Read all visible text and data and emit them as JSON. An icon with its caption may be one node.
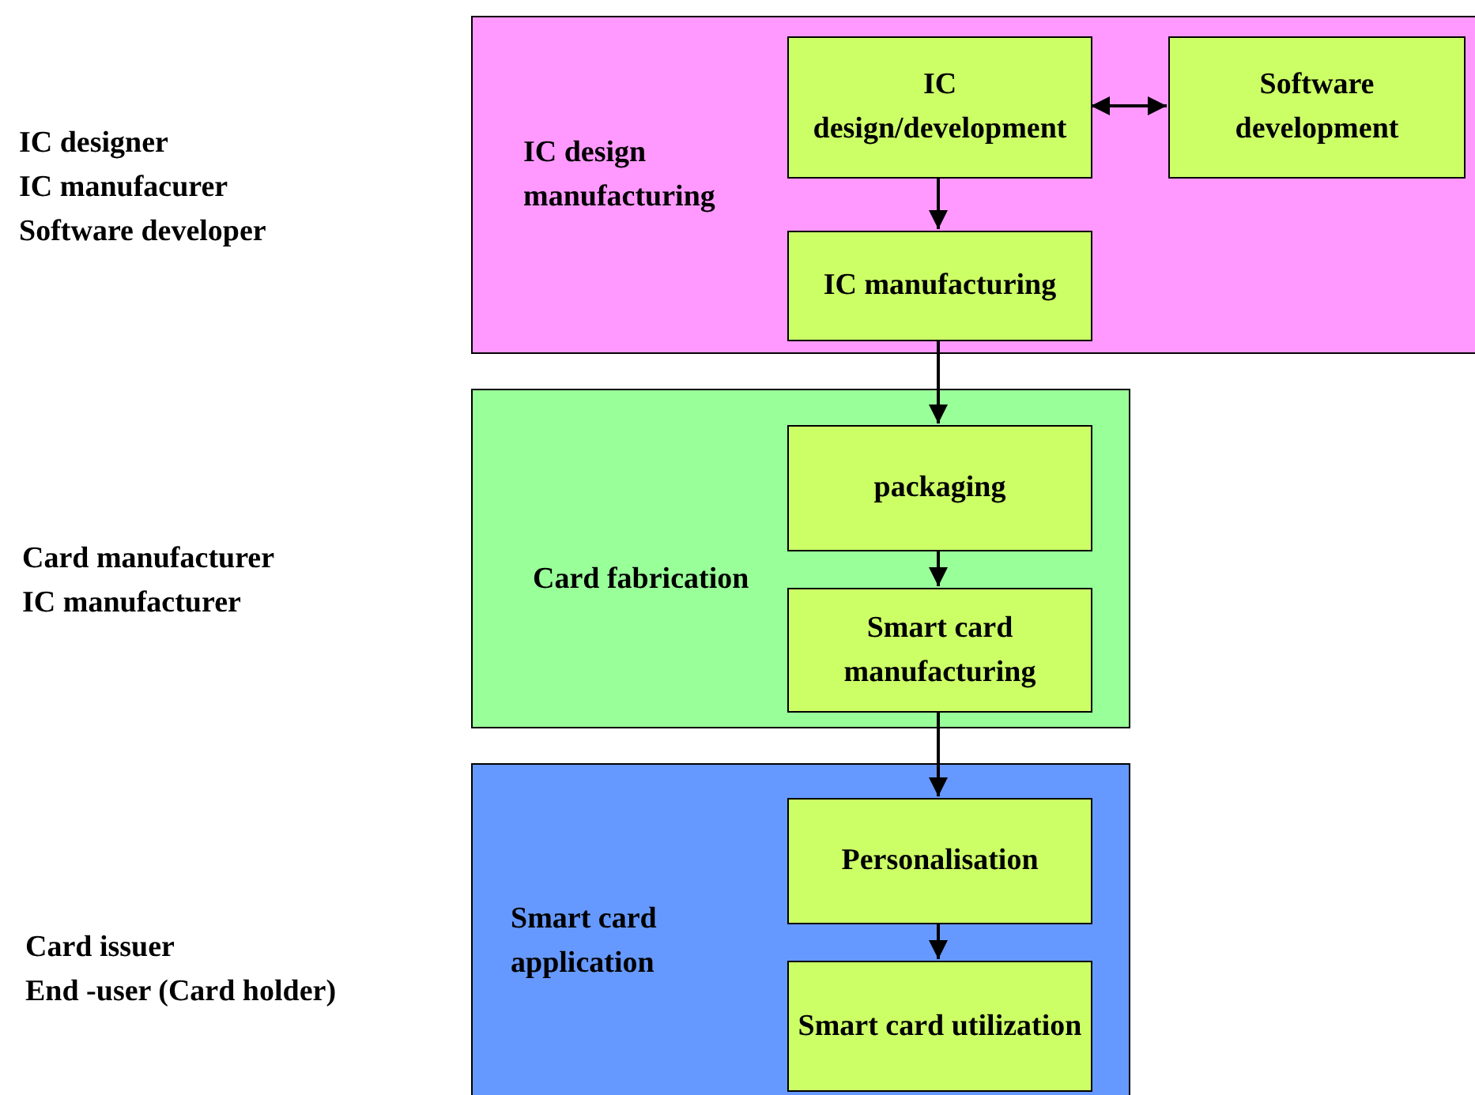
{
  "diagram": {
    "nodes": [
      {
        "text": [
          "IC design manufacturing"
        ]
      },
      {
        "text": [
          "IC design/development"
        ],
        "in": 0
      },
      {
        "text": [
          "Software development"
        ],
        "in": 0
      },
      {
        "text": [
          "IC manufacturing"
        ],
        "in": 0
      },
      {
        "text": [
          "Card fabrication"
        ]
      },
      {
        "text": [
          "packaging"
        ],
        "in": 4
      },
      {
        "text": [
          "Smart card manufacturing"
        ],
        "in": 4
      },
      {
        "text": [
          "Smart card application"
        ]
      },
      {
        "text": [
          "Personalisation"
        ],
        "in": 7
      },
      {
        "text": [
          "Smart card utilization"
        ],
        "in": 7
      }
    ],
    "edges": [
      {
        "from": 1,
        "to": 2,
        "arrow": "both"
      },
      {
        "from": 1,
        "to": 3,
        "arrow": "to"
      },
      {
        "from": 3,
        "to": 5,
        "arrow": "to"
      },
      {
        "from": 5,
        "to": 6,
        "arrow": "to"
      },
      {
        "from": 6,
        "to": 8,
        "arrow": "to"
      },
      {
        "from": 8,
        "to": 9,
        "arrow": "to"
      }
    ],
    "labels": [
      "IC designer",
      "IC manufacurer",
      "Software developer",
      "Card manufacturer",
      "IC manufacturer",
      "Card issuer",
      "End -user (Card holder)"
    ]
  }
}
